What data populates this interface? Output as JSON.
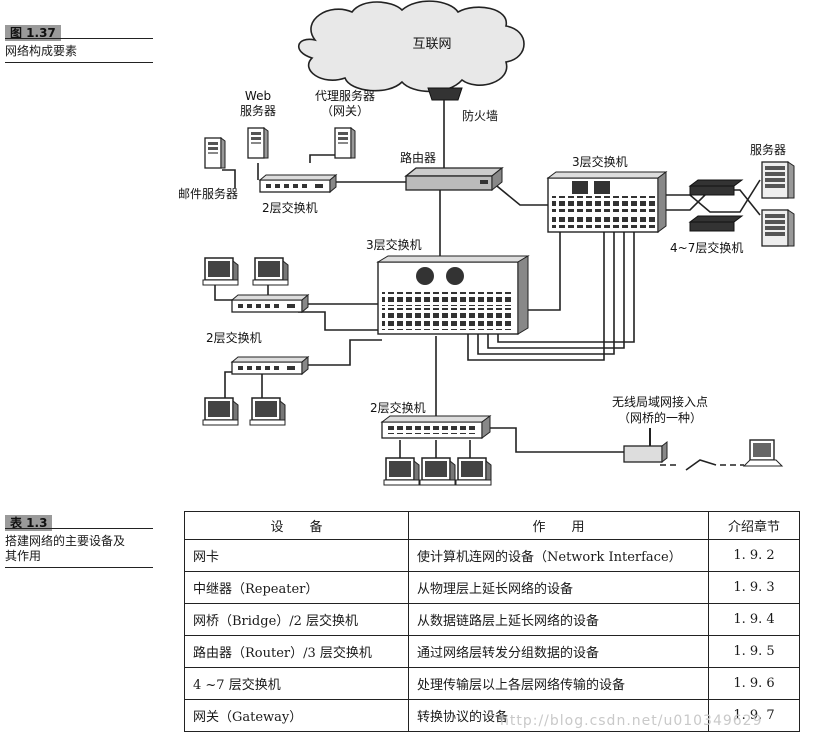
{
  "figure": {
    "tag": "图 1.37",
    "caption": "网络构成要素",
    "labels": {
      "internet": "互联网",
      "firewall": "防火墙",
      "web_server_1": "Web",
      "web_server_2": "服务器",
      "proxy_1": "代理服务器",
      "proxy_2": "（网关）",
      "router": "路由器",
      "mail_server": "邮件服务器",
      "switch_l2_top": "2层交换机",
      "switch_l3_right": "3层交换机",
      "servers": "服务器",
      "switch_l47": "4~7层交换机",
      "switch_l3_center": "3层交换机",
      "switch_l2_left": "2层交换机",
      "switch_l2_bottom": "2层交换机",
      "wap_1": "无线局域网接入点",
      "wap_2": "（网桥的一种）"
    }
  },
  "table_caption": {
    "tag": "表 1.3",
    "text_line1": "搭建网络的主要设备及",
    "text_line2": "其作用"
  },
  "table": {
    "headers": [
      "设　　备",
      "作　　用",
      "介绍章节"
    ],
    "rows": [
      {
        "device": "网卡",
        "role": "使计算机连网的设备（Network Interface）",
        "section": "1. 9. 2"
      },
      {
        "device": "中继器（Repeater）",
        "role": "从物理层上延长网络的设备",
        "section": "1. 9. 3"
      },
      {
        "device": "网桥（Bridge）/2 层交换机",
        "role": "从数据链路层上延长网络的设备",
        "section": "1. 9. 4"
      },
      {
        "device": "路由器（Router）/3 层交换机",
        "role": "通过网络层转发分组数据的设备",
        "section": "1. 9. 5"
      },
      {
        "device": "4 ~7 层交换机",
        "role": "处理传输层以上各层网络传输的设备",
        "section": "1. 9. 6"
      },
      {
        "device": "网关（Gateway）",
        "role": "转换协议的设备",
        "section": "1. 9. 7"
      }
    ]
  },
  "watermark": "http://blog.csdn.net/u010349629"
}
